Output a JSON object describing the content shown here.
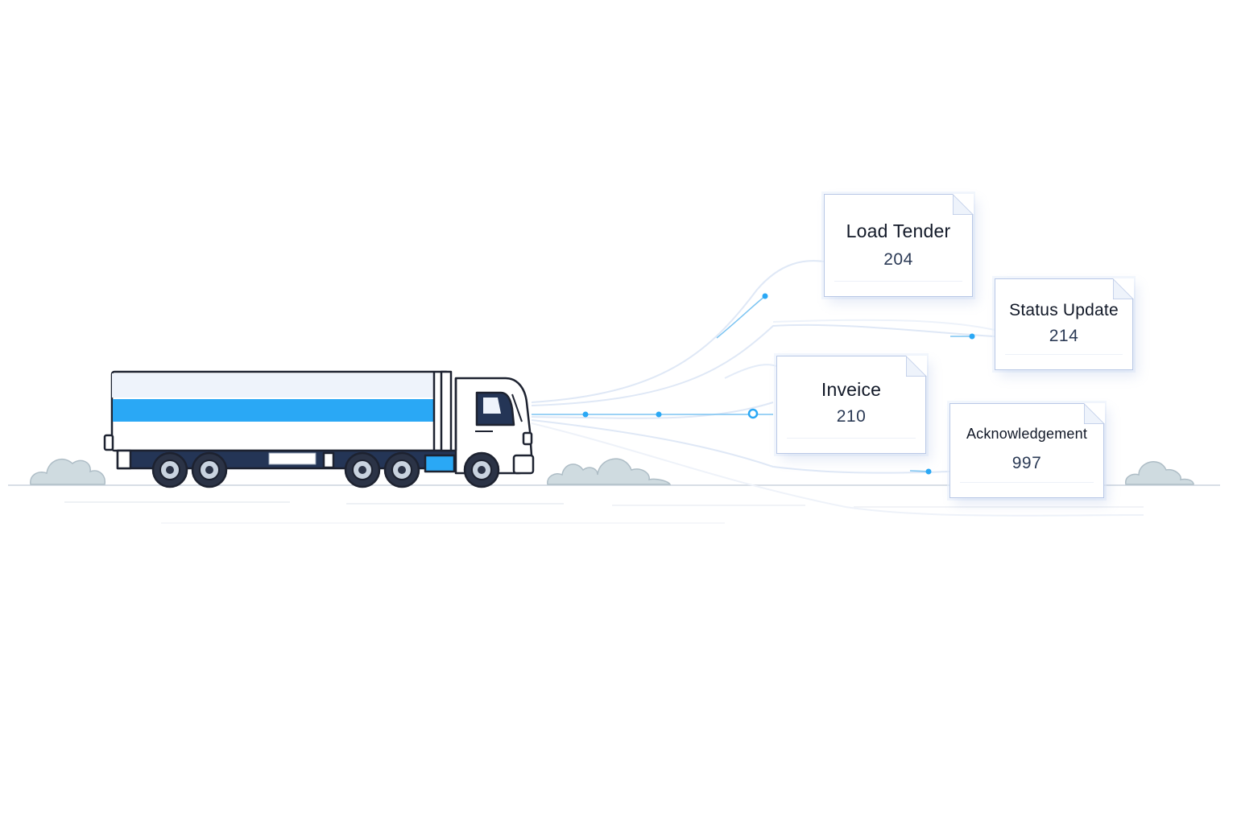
{
  "documents": [
    {
      "title": "Load Tender",
      "code": "204"
    },
    {
      "title": "Status Update",
      "code": "214"
    },
    {
      "title": "Inveice",
      "code": "210"
    },
    {
      "title": "Acknowledgement",
      "code": "997"
    }
  ],
  "colors": {
    "accent": "#2aa8f5",
    "truck_outline": "#1d2230",
    "truck_body": "#ffffff",
    "chassis": "#243556",
    "card_border": "#b9c8e6",
    "bush": "#cfdbe0"
  }
}
